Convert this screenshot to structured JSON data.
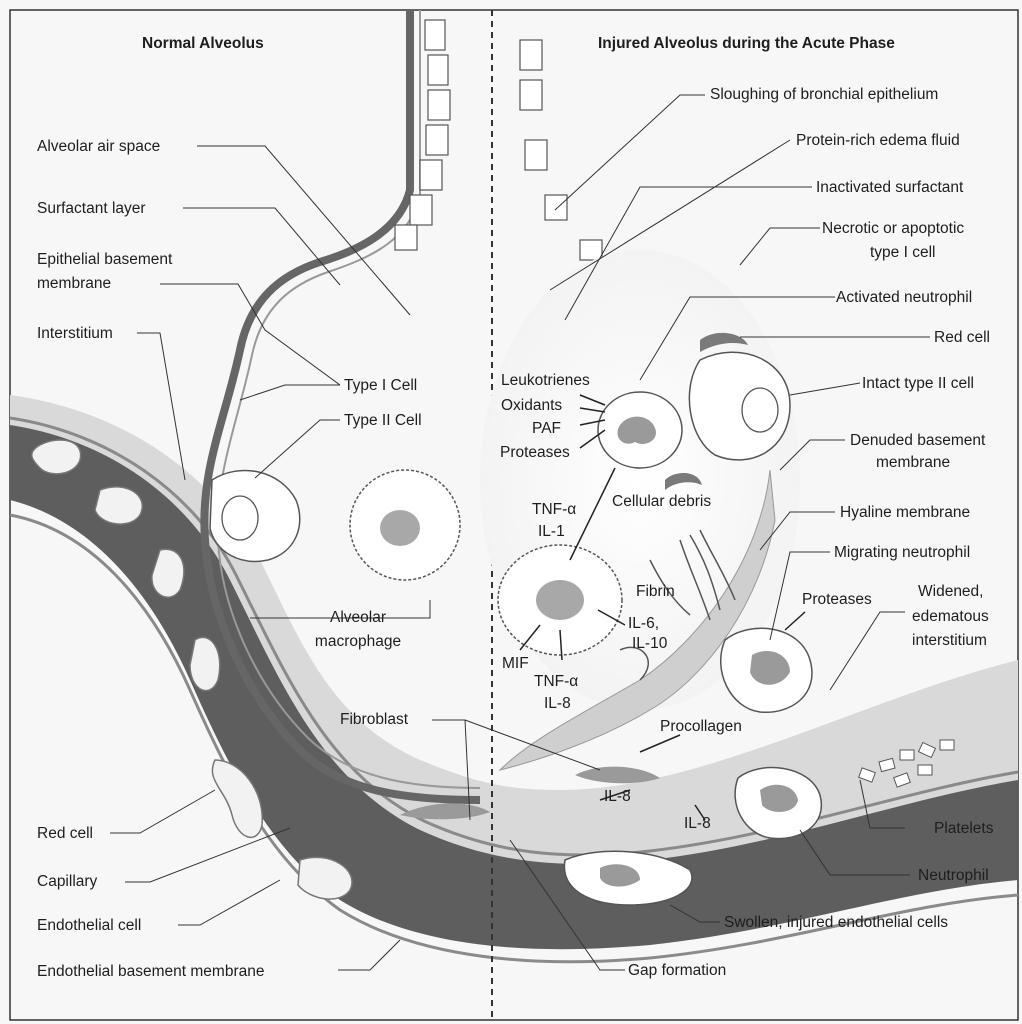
{
  "headers": {
    "normal": "Normal Alveolus",
    "injured": "Injured Alveolus during the Acute Phase"
  },
  "left_labels": {
    "alveolar_air_space": "Alveolar air space",
    "surfactant_layer": "Surfactant layer",
    "epithelial_bm_1": "Epithelial basement",
    "epithelial_bm_2": "membrane",
    "interstitium": "Interstitium",
    "type1": "Type I Cell",
    "type2": "Type II Cell",
    "macrophage_1": "Alveolar",
    "macrophage_2": "macrophage",
    "fibroblast": "Fibroblast",
    "red_cell": "Red cell",
    "capillary": "Capillary",
    "endothelial_cell": "Endothelial cell",
    "endothelial_bm": "Endothelial basement membrane"
  },
  "right_labels": {
    "sloughing": "Sloughing of bronchial epithelium",
    "edema_fluid": "Protein-rich edema fluid",
    "inactivated_surfactant": "Inactivated surfactant",
    "necrotic_1": "Necrotic or apoptotic",
    "necrotic_2": "type I cell",
    "activated_neutrophil": "Activated neutrophil",
    "red_cell": "Red cell",
    "intact_type2": "Intact type II cell",
    "denuded_1": "Denuded basement",
    "denuded_2": "membrane",
    "hyaline": "Hyaline membrane",
    "migrating": "Migrating neutrophil",
    "widened_1": "Widened,",
    "widened_2": "edematous",
    "widened_3": "interstitium",
    "platelets": "Platelets",
    "neutrophil": "Neutrophil",
    "swollen": "Swollen, injured endothelial cells",
    "gap": "Gap formation"
  },
  "mediators": {
    "leukotrienes": "Leukotrienes",
    "oxidants": "Oxidants",
    "paf": "PAF",
    "proteases": "Proteases",
    "tnf_il1_1": "TNF-α",
    "tnf_il1_2": "IL-1",
    "cellular_debris": "Cellular debris",
    "fibrin": "Fibrin",
    "il6_1": "IL-6,",
    "il6_2": "IL-10",
    "mif": "MIF",
    "tnf_il8_1": "TNF-α",
    "tnf_il8_2": "IL-8",
    "proteases2": "Proteases",
    "procollagen": "Procollagen",
    "il8_a": "IL-8",
    "il8_b": "IL-8"
  }
}
